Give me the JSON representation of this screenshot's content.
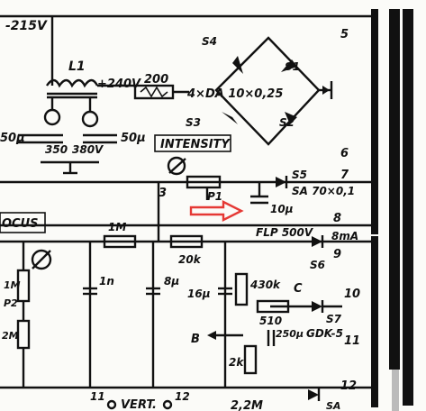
{
  "labels": {
    "v215": "-215V",
    "l1": "L1",
    "v240": "+240V",
    "r200": "200",
    "cap_50_left": "50μ",
    "cap_350": "350",
    "cap_380": "380V",
    "cap_50_right": "50μ",
    "bridge": "4×DA 10×0,25",
    "s4": "S4",
    "s1": "S1",
    "s3": "S3",
    "s2": "S2",
    "n5": "5",
    "n6": "6",
    "n7": "7",
    "n8": "8",
    "n9": "9",
    "n10": "10",
    "n11": "11",
    "n12": "12",
    "intensity": "INTENSITY",
    "n3": "3",
    "p1": "P1",
    "s5": "S5",
    "diode_sa": "SA 70×0,1",
    "cap_10": "10μ",
    "flp": "FLP 500V",
    "ma": "8mA",
    "s6": "S6",
    "focus": "OCUS",
    "r1m": "1M",
    "r20k": "20k",
    "c1n": "1n",
    "c8": "8μ",
    "c16": "16μ",
    "r430": "430k",
    "p2": "P2",
    "r1m_v": "1M",
    "r2m": "2M",
    "node_c": "C",
    "r510": "510",
    "c250": "250μ",
    "gdk": "GDK-5",
    "node_b": "B",
    "r2k": "2k",
    "s7": "S7",
    "s8": "SA",
    "b11": "11",
    "vert": "VERT.",
    "b12": "12",
    "r22m": "2,2M"
  },
  "annotation": {
    "color": "#e53935"
  },
  "colors": {
    "ink": "#111111",
    "paper": "#fbfbf8"
  }
}
